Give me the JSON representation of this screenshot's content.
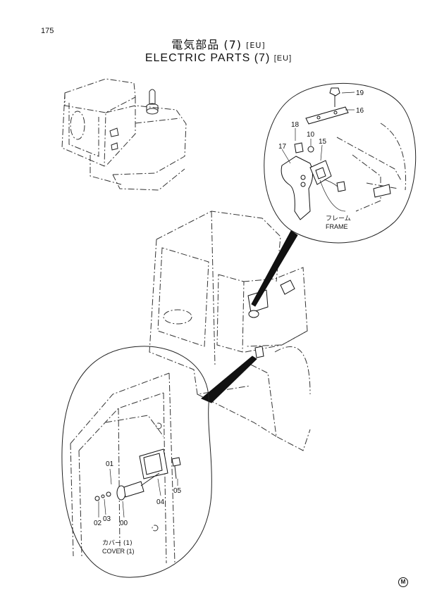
{
  "page": {
    "number": "175",
    "title_jp": "電気部品 (7)",
    "title_en": "ELECTRIC  PARTS  (7)",
    "suffix": "[EU]",
    "mark": "M"
  },
  "upper_detail": {
    "callouts": [
      "19",
      "16",
      "18",
      "10",
      "15",
      "17"
    ],
    "label_jp": "フレーム",
    "label_en": "FRAME"
  },
  "lower_detail": {
    "callouts": [
      "01",
      "02",
      "03",
      "00",
      "04",
      "05"
    ],
    "label_jp": "カバー (1)",
    "label_en": "COVER (1)"
  }
}
